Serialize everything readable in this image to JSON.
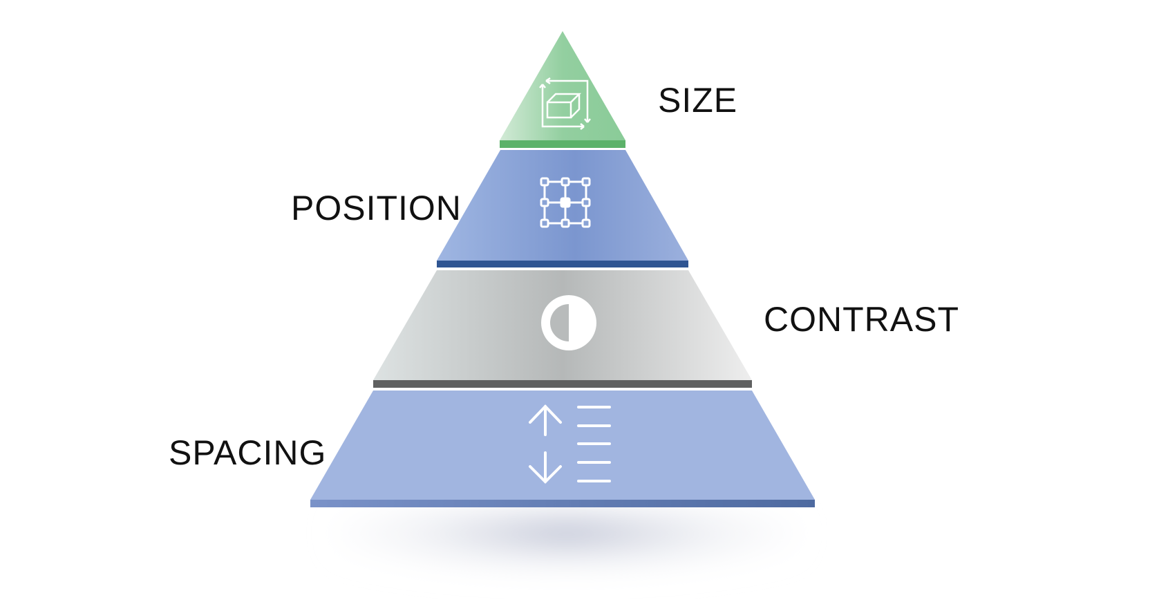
{
  "title": "Visual hierarchy pyramid",
  "levels": [
    {
      "label": "SIZE",
      "icon": "size-dimensions-icon",
      "color": "#8fcc9c",
      "band_color": "#5cb26a"
    },
    {
      "label": "POSITION",
      "icon": "position-grid-icon",
      "color": "#8aa3d6",
      "band_color": "#2f5592"
    },
    {
      "label": "CONTRAST",
      "icon": "contrast-icon",
      "color": "#c6c9c9",
      "band_color": "#5f6060"
    },
    {
      "label": "SPACING",
      "icon": "spacing-icon",
      "color": "#a1b5e0",
      "band_color": "#6a84bb"
    }
  ]
}
